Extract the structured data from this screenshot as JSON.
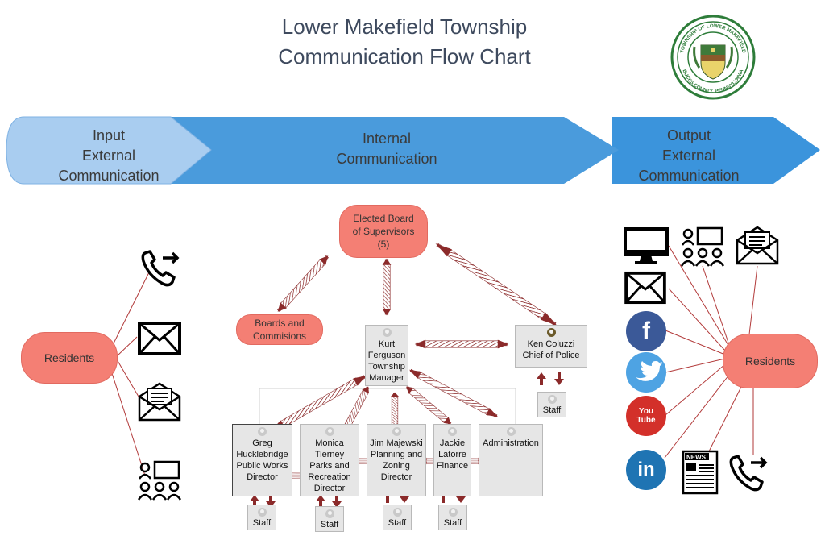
{
  "title": {
    "line1": "Lower Makefield Township",
    "line2": "Communication Flow Chart"
  },
  "seal": {
    "text_top": "TOWNSHIP OF LOWER MAKEFIELD",
    "text_bottom": "BUCKS COUNTY, PENNSYLVANIA"
  },
  "band": {
    "input": [
      "Input",
      "External",
      "Communication"
    ],
    "internal": [
      "Internal",
      "Communication"
    ],
    "output": [
      "Output",
      "External",
      "Communication"
    ]
  },
  "left": {
    "residents": "Residents",
    "icons": [
      "phone-forward-icon",
      "envelope-icon",
      "newsletter-envelope-icon",
      "meeting-icon"
    ]
  },
  "right": {
    "residents": "Residents",
    "icons": [
      "monitor-icon",
      "meeting-icon",
      "newsletter-envelope-icon",
      "envelope-icon",
      "facebook-icon",
      "twitter-icon",
      "youtube-icon",
      "linkedin-icon",
      "newspaper-icon",
      "phone-forward-icon"
    ],
    "news_label": "NEWS",
    "youtube_label": "You Tube"
  },
  "org": {
    "board": [
      "Elected Board",
      "of Supervisors",
      "(5)"
    ],
    "commissions": [
      "Boards and",
      "Commisions"
    ],
    "manager": [
      "Kurt",
      "Ferguson",
      "Township",
      "Manager"
    ],
    "police": [
      "Ken Coluzzi",
      "Chief of Police"
    ],
    "departments": [
      {
        "lines": [
          "Greg",
          "Hucklebridge",
          "Public Works",
          "Director"
        ]
      },
      {
        "lines": [
          "Monica",
          "Tierney",
          "Parks and",
          "Recreation",
          "Director"
        ]
      },
      {
        "lines": [
          "Jim Majewski",
          "Planning and",
          "Zoning",
          "Director"
        ]
      },
      {
        "lines": [
          "Jackie",
          "Latorre",
          "Finance"
        ]
      },
      {
        "lines": [
          "Administration"
        ]
      }
    ],
    "staff_label": "Staff"
  },
  "colors": {
    "band_light": "#a9cdf0",
    "band_mid": "#4a9bdc",
    "band_dark": "#3b94dc",
    "pill": "#f47f74",
    "arrow": "#8b2a2a",
    "facebook": "#3b5998",
    "twitter": "#4ea3e3",
    "youtube": "#d3302a",
    "linkedin": "#1f74b3"
  }
}
